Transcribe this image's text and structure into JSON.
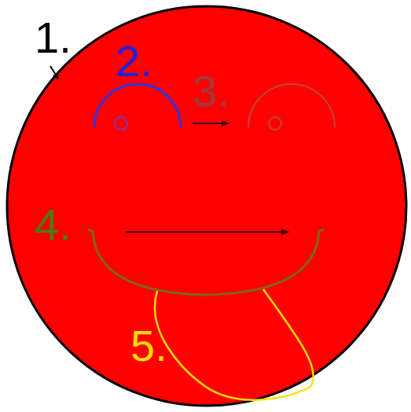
{
  "diagram": {
    "labels": [
      "1.",
      "2.",
      "3.",
      "4.",
      "5."
    ]
  }
}
